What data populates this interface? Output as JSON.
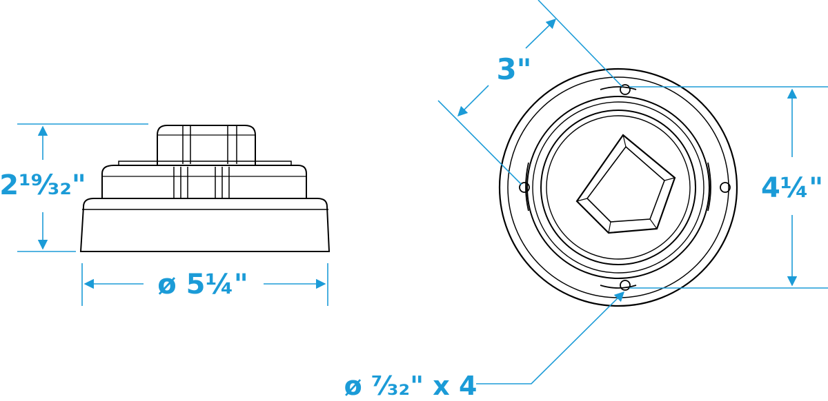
{
  "colors": {
    "dimension": "#1b9bd7",
    "outline": "#000000",
    "background": "#ffffff"
  },
  "side_view": {
    "height_label": "2¹⁹⁄₃₂\"",
    "diameter_label": "ø 5¼\""
  },
  "top_view": {
    "spacing_label": "3\"",
    "height_label": "4¼\"",
    "hole_label": "ø ⁷⁄₃₂\" x 4"
  }
}
